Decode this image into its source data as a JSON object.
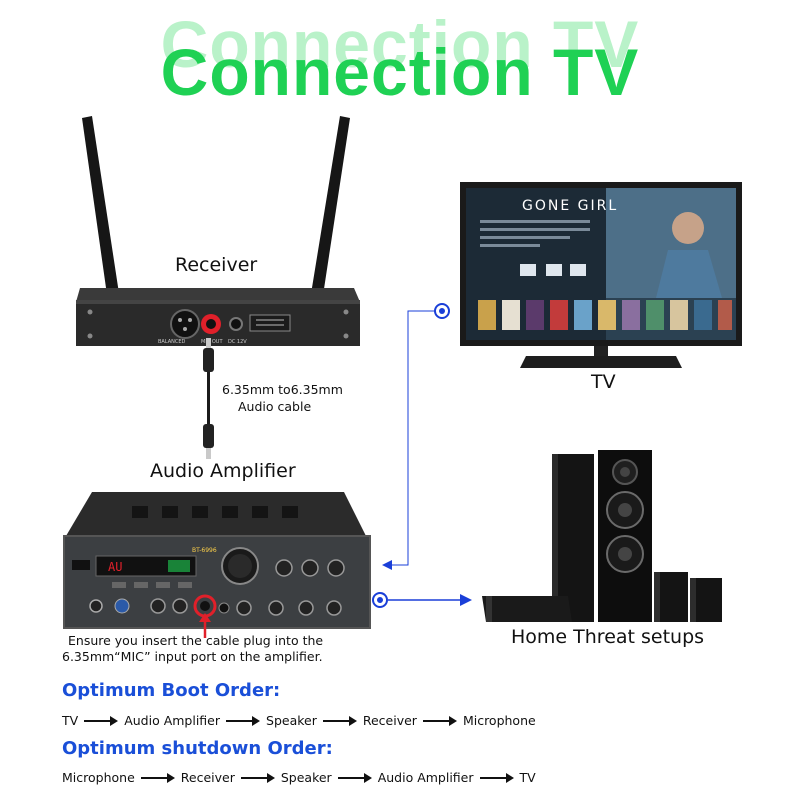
{
  "title": "Connection TV",
  "receiver": {
    "label": "Receiver",
    "port_labels": [
      "BALANCED",
      "MIC OUT",
      "DC 12V"
    ]
  },
  "cable": {
    "line1": "6.35mm to6.35mm",
    "line2": "Audio cable"
  },
  "amplifier": {
    "label": "Audio Amplifier",
    "brand_text": "BT-6996",
    "display_text": "AU",
    "note_line1": "Ensure you insert the cable plug into the",
    "note_line2": "6.35mm“MIC” input port on the amplifier."
  },
  "tv": {
    "label": "TV",
    "screen_title": "GONE GIRL"
  },
  "speakers": {
    "label": "Home Threat setups"
  },
  "boot_order": {
    "heading": "Optimum Boot Order:",
    "steps": [
      "TV",
      "Audio Amplifier",
      "Speaker",
      "Receiver",
      "Microphone"
    ]
  },
  "shutdown_order": {
    "heading": "Optimum shutdown Order:",
    "steps": [
      "Microphone",
      "Receiver",
      "Speaker",
      "Audio Amplifier",
      "TV"
    ]
  },
  "colors": {
    "title_green": "#1fd154",
    "heading_blue": "#1a4fd8",
    "connector_blue": "#1a3fd8",
    "port_red": "#e0202a"
  }
}
